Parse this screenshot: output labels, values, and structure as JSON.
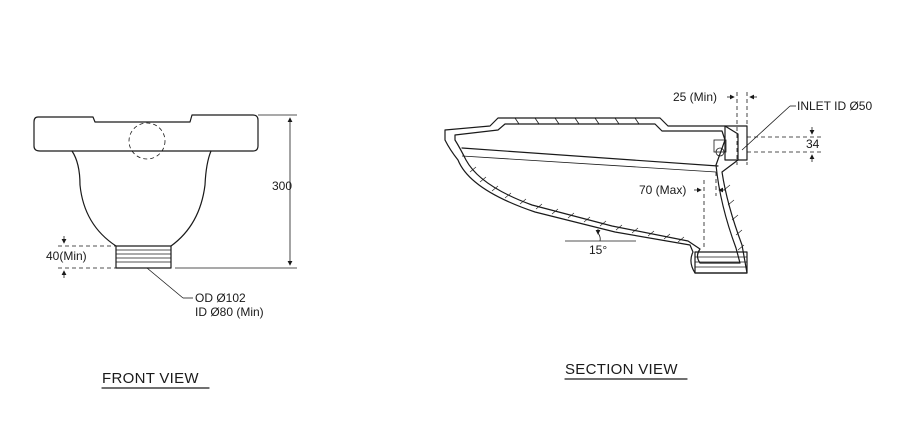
{
  "front_view": {
    "title": "FRONT VIEW",
    "dim_height": "300",
    "dim_outlet_depth": "40(Min)",
    "outlet_od": "OD Ø102",
    "outlet_id": "ID Ø80 (Min)"
  },
  "section_view": {
    "title": "SECTION VIEW",
    "dim_inlet_gap": "25 (Min)",
    "inlet_label": "INLET ID Ø50",
    "dim_inlet_height": "34",
    "dim_rim_offset": "70 (Max)",
    "angle_label": "15°"
  }
}
